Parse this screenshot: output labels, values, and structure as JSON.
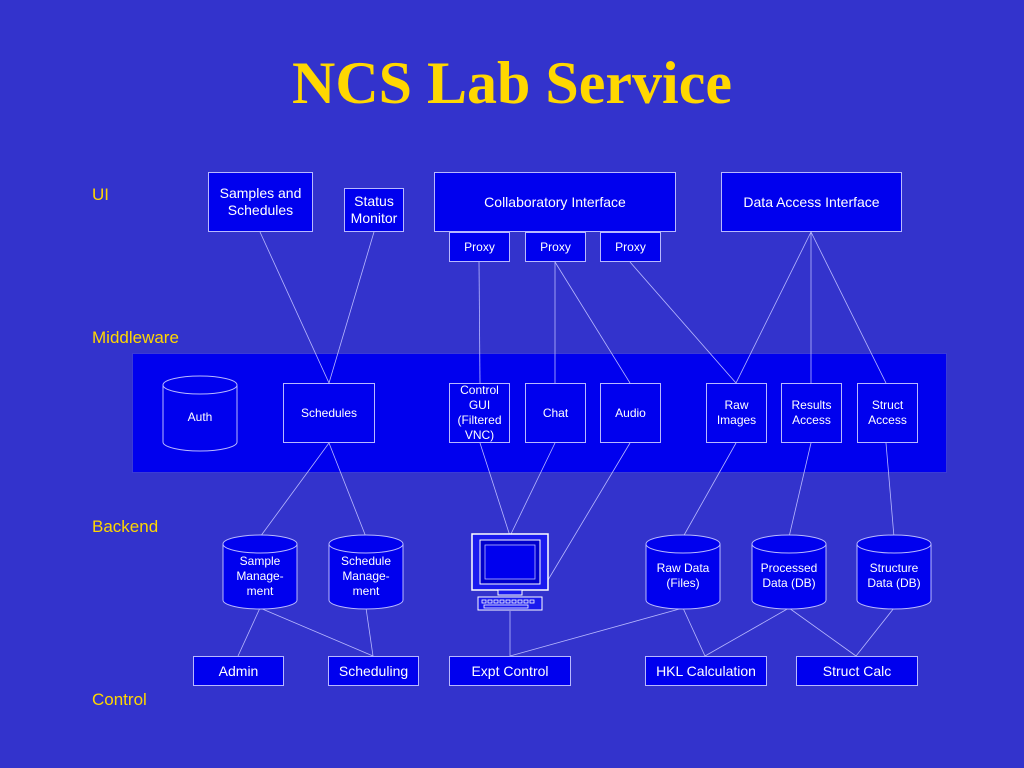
{
  "title": "NCS Lab Service",
  "layers": {
    "ui": "UI",
    "middleware": "Middleware",
    "backend": "Backend",
    "control": "Control"
  },
  "ui": {
    "samples": "Samples and\nSchedules",
    "status": "Status\nMonitor",
    "collab": "Collaboratory Interface",
    "data_access": "Data Access Interface",
    "proxies": [
      "Proxy",
      "Proxy",
      "Proxy"
    ]
  },
  "middleware": {
    "auth": "Auth",
    "schedules": "Schedules",
    "control_gui": "Control\nGUI\n(Filtered\nVNC)",
    "chat": "Chat",
    "audio": "Audio",
    "raw_images": "Raw\nImages",
    "results_access": "Results\nAccess",
    "struct_access": "Struct\nAccess"
  },
  "backend": {
    "sample_mgmt": "Sample\nManage-\nment",
    "schedule_mgmt": "Schedule\nManage-\nment",
    "raw_data": "Raw Data\n(Files)",
    "processed_data": "Processed\nData (DB)",
    "structure_data": "Structure\nData (DB)"
  },
  "control": {
    "admin": "Admin",
    "scheduling": "Scheduling",
    "expt_control": "Expt Control",
    "hkl": "HKL Calculation",
    "struct_calc": "Struct Calc"
  },
  "colors": {
    "background": "#3333cc",
    "box_fill": "#0000ee",
    "title": "#ffd700",
    "text": "#ffffff",
    "line": "#b8b8ff"
  }
}
